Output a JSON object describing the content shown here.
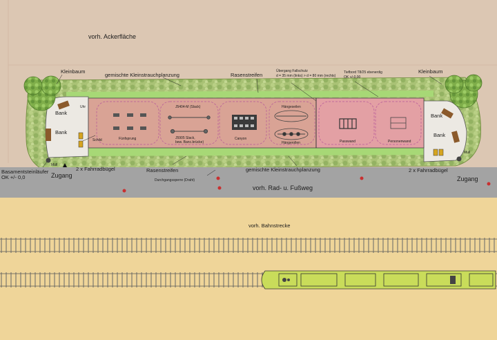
{
  "labels": {
    "field": "vorh. Ackerfläche",
    "tree_left": "Kleinbaum",
    "tree_right": "Kleinbaum",
    "shrubs_top": "gemischte Kleinstrauchplanzung",
    "lawn_top": "Rasenstreifen",
    "fall_protection": "Übergang Fallschutz",
    "fall_protection_2": "d = 35 mm (links) > d = 80 mm (rechts)",
    "curb": "Tiefbord T8/25 ebenerdig",
    "curb_level": "OK +/-0,00",
    "uhr": "Uhr",
    "bank_l1": "Bank",
    "bank_l2": "Bank",
    "bank_r1": "Bank",
    "bank_r2": "Bank",
    "schild": "Schild",
    "muell_l": "Müll",
    "muell_r": "Müll",
    "basement": "Basamentsteinläufer",
    "basement_level": "OK +/- 0,0",
    "zugang_l": "Zugang",
    "zugang_r": "Zugang",
    "bike_racks_l": "2 x Fahrradbügel",
    "bike_racks_r": "2 x Fahrradbügel",
    "lawn_bottom": "Rasenstreifen",
    "barrier": "Durchgangssperre (Draht)",
    "shrubs_bottom": "gemischte Kleinstrauchplanzung",
    "path": "vorh. Rad- u. Fußweg",
    "railway": "vorh. Bahnstrecke"
  },
  "zones": {
    "z1": "Fünfsprung",
    "z2a": "J5404-M (Slack)",
    "z2b": "J5905 Slack,",
    "z2c": "bew. Banc.brücke)",
    "z3": "Canyon",
    "z4a": "Hängeseilen",
    "z4b": "Hängerollen",
    "z5": "Passwand",
    "z6": "Personenwand"
  },
  "colors": {
    "field": "#dcc7b3",
    "hedge": "#a5bf72",
    "lawn": "#9dd26f",
    "play_surface": "#d89f92",
    "wall_surface": "#e4a2a6",
    "path": "#a3a3a3",
    "rail_bed": "#efd599",
    "train": "#c8dc5a",
    "plaza": "#ece9e3"
  }
}
